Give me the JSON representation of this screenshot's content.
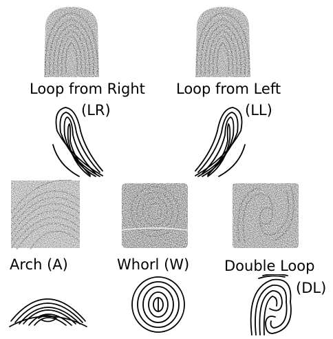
{
  "labels": {
    "loop_right_name": "Loop from Right",
    "loop_right_code": "(LR)",
    "loop_left_name": "Loop from Left",
    "loop_left_code": "(LL)",
    "arch": "Arch (A)",
    "whorl": "Whorl (W)",
    "double_loop_name": "Double Loop",
    "double_loop_code": "(DL)"
  },
  "icons": {
    "print_top_left": "fingerprint-loop-icon",
    "print_top_right": "fingerprint-loop-icon",
    "print_arch": "fingerprint-arch-icon",
    "print_whorl": "fingerprint-whorl-icon",
    "print_double": "fingerprint-double-loop-icon",
    "sketch_lr": "loop-right-sketch-icon",
    "sketch_ll": "loop-left-sketch-icon",
    "sketch_arch": "arch-sketch-icon",
    "sketch_whorl": "whorl-sketch-icon",
    "sketch_dl": "double-loop-sketch-icon"
  },
  "colors": {
    "ink": "#000000",
    "print_dark": "#2a2a2a",
    "print_mid": "#6a6a6a",
    "background": "#ffffff"
  }
}
